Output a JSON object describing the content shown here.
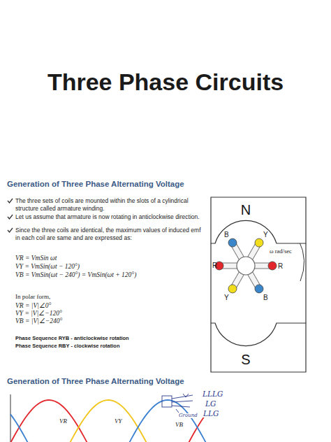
{
  "diagram": {
    "title": "Three Phase Circuits",
    "nodes": [
      {
        "text": [
          "N"
        ]
      },
      {
        "text": [
          "S"
        ]
      }
    ],
    "labels": [
      "Generation of Three Phase Alternating Voltage",
      "The three sets of coils are mounted within the slots of a cylindrical structure called armature winding.",
      "Let us assume that armature is now rotating in anticlockwise direction.",
      "Since the three coils are identical, the maximum values of induced emf in each coil are same and are expressed as:",
      "VR = VmSin ωt",
      "VY = VmSin(ωt − 120°)",
      "VB = VmSin(ωt − 240°) = VmSin(ωt + 120°)",
      "In polar form,",
      "VR = |V|∠0°",
      "VY = |V|∠−120°",
      "VB = |V|∠−240°",
      "Phase Sequence RYB - anticlockwise rotation",
      "Phase Sequence RBY - clockwise rotation",
      "B",
      "Y",
      "R",
      "R",
      "Y",
      "B",
      "ω rad/sec",
      "Generation of Three Phase Alternating Voltage",
      "VR",
      "VY",
      "VB",
      "LLLG",
      "LG",
      "LLG",
      "Ground"
    ]
  }
}
